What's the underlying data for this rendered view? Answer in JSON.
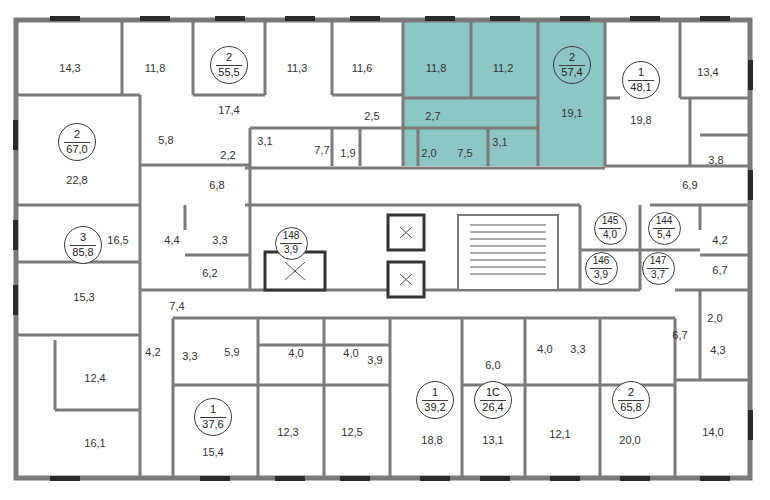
{
  "diagram": {
    "nodes": [
      {
        "text": [
          "2",
          "55,5"
        ]
      },
      {
        "text": [
          "2",
          "57,4"
        ]
      },
      {
        "text": [
          "1",
          "48,1"
        ]
      },
      {
        "text": [
          "2",
          "67,0"
        ]
      },
      {
        "text": [
          "3",
          "85,8"
        ]
      },
      {
        "text": [
          "148",
          "3,9"
        ]
      },
      {
        "text": [
          "145",
          "4,0"
        ]
      },
      {
        "text": [
          "144",
          "5,4"
        ]
      },
      {
        "text": [
          "146",
          "3,9"
        ]
      },
      {
        "text": [
          "147",
          "3,7"
        ]
      },
      {
        "text": [
          "1",
          "37,6"
        ]
      },
      {
        "text": [
          "1",
          "39,2"
        ]
      },
      {
        "text": [
          "1С",
          "26,4"
        ]
      },
      {
        "text": [
          "2",
          "65,8"
        ]
      }
    ],
    "labels": [
      "14,3",
      "11,8",
      "11,3",
      "11,6",
      "11,8",
      "11,2",
      "13,4",
      "17,4",
      "19,8",
      "19,1",
      "2,5",
      "2,7",
      "3,1",
      "3,1",
      "5,8",
      "7,7",
      "2,0",
      "7,5",
      "1,9",
      "2,2",
      "3,8",
      "22,8",
      "6,8",
      "6,9",
      "16,5",
      "4,4",
      "3,3",
      "4,2",
      "6,2",
      "6,7",
      "15,3",
      "7,4",
      "2,0",
      "6,7",
      "4,0",
      "4,0",
      "3,9",
      "4,0",
      "3,3",
      "4,2",
      "3,3",
      "5,9",
      "4,3",
      "6,0",
      "12,4",
      "18,8",
      "13,1",
      "12,1",
      "20,0",
      "16,1",
      "15,4",
      "12,3",
      "12,5",
      "14,0"
    ]
  }
}
